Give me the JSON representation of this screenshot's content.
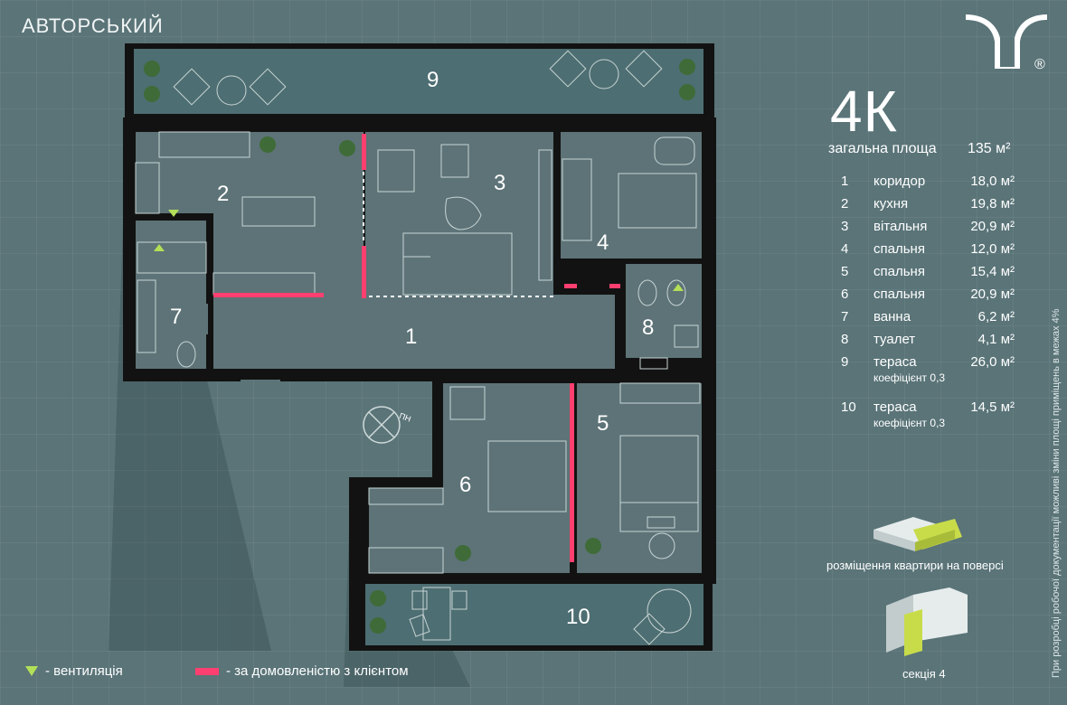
{
  "header": {
    "title": "АВТОРСЬКИЙ",
    "logo_icon": "brand-logo-icon",
    "logo_mark": "®"
  },
  "apartment": {
    "type": "4К",
    "total_area_label": "загальна площа",
    "total_area_value": "135 м²"
  },
  "rooms": [
    {
      "num": "1",
      "name": "коридор",
      "area": "18,0 м²"
    },
    {
      "num": "2",
      "name": "кухня",
      "area": "19,8 м²"
    },
    {
      "num": "3",
      "name": "вітальня",
      "area": "20,9 м²"
    },
    {
      "num": "4",
      "name": "спальня",
      "area": "12,0 м²"
    },
    {
      "num": "5",
      "name": "спальня",
      "area": "15,4 м²"
    },
    {
      "num": "6",
      "name": "спальня",
      "area": "20,9 м²"
    },
    {
      "num": "7",
      "name": "ванна",
      "area": "6,2 м²"
    },
    {
      "num": "8",
      "name": "туалет",
      "area": "4,1 м²"
    },
    {
      "num": "9",
      "name": "тераса",
      "sub": "коефіцієнт 0,3",
      "area": "26,0 м²"
    },
    {
      "num": "10",
      "name": "тераса",
      "sub": "коефіцієнт 0,3",
      "area": "14,5 м²"
    }
  ],
  "plan_labels": {
    "r1": "1",
    "r2": "2",
    "r3": "3",
    "r4": "4",
    "r5": "5",
    "r6": "6",
    "r7": "7",
    "r8": "8",
    "r9": "9",
    "r10": "10",
    "compass": "ПН"
  },
  "legend": {
    "ventilation": "- вентиляція",
    "by_agreement": "- за домовленістю з клієнтом"
  },
  "location": {
    "floor_label": "розміщення квартири на поверсі",
    "section_label": "секція 4"
  },
  "note": "При розробці робочої документації можливі зміни площі приміщень в межах 4%",
  "colors": {
    "background": "#5a7478",
    "walls": "#121212",
    "accent_pink": "#ff3f6f",
    "ventilation": "#b3df58",
    "terrace": "#4d6e72"
  }
}
